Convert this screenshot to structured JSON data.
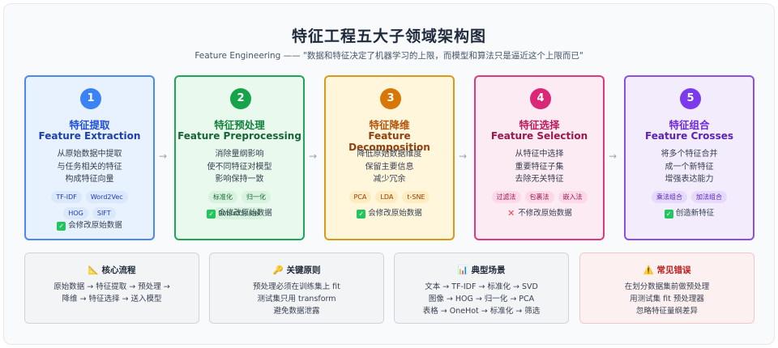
{
  "title": "特征工程五大子领域架构图",
  "subtitle": "Feature Engineering —— \"数据和特征决定了机器学习的上限，而模型和算法只是逼近这个上限而已\"",
  "arrow_glyph": "→",
  "cards": [
    {
      "num": "1",
      "cn": "特征提取",
      "en": "Feature Extraction",
      "desc": [
        "从原始数据中提取",
        "与任务相关的特征",
        "构成特征向量"
      ],
      "tags": [
        "TF-IDF",
        "Word2Vec",
        "HOG",
        "SIFT"
      ],
      "foot": "会修改原始数据",
      "foot_icon": "check-icon",
      "colors": {
        "accent": "#3b82f6",
        "bg": "#e8f1fe",
        "border": "#4a89f0",
        "cn": "#1d4ed8",
        "en": "#1e40af",
        "tag_bg": "#dbe7fb",
        "tag_fg": "#1e40af"
      }
    },
    {
      "num": "2",
      "cn": "特征预处理",
      "en": "Feature Preprocessing",
      "desc": [
        "消除量纲影响",
        "使不同特征对模型",
        "影响保持一致"
      ],
      "tags": [
        "标准化",
        "归一化",
        "RobustScaler"
      ],
      "foot": "会修改原始数据",
      "foot_icon": "check-icon",
      "colors": {
        "accent": "#16a34a",
        "bg": "#e9f9ee",
        "border": "#22a35a",
        "cn": "#15803d",
        "en": "#166534",
        "tag_bg": "#d7f3df",
        "tag_fg": "#166534"
      }
    },
    {
      "num": "3",
      "cn": "特征降维",
      "en": "Feature Decomposition",
      "desc": [
        "降低原始数据维度",
        "保留主要信息",
        "减少冗余"
      ],
      "tags": [
        "PCA",
        "LDA",
        "t-SNE"
      ],
      "foot": "会修改原始数据",
      "foot_icon": "check-icon",
      "colors": {
        "accent": "#d97706",
        "bg": "#fff6dc",
        "border": "#d99a1c",
        "cn": "#b45309",
        "en": "#92400e",
        "tag_bg": "#fdecc0",
        "tag_fg": "#92400e"
      }
    },
    {
      "num": "4",
      "cn": "特征选择",
      "en": "Feature Selection",
      "desc": [
        "从特征中选择",
        "重要特征子集",
        "去除无关特征"
      ],
      "tags": [
        "过滤法",
        "包裹法",
        "嵌入法"
      ],
      "foot": "不修改原始数据",
      "foot_icon": "cross-icon",
      "colors": {
        "accent": "#db2777",
        "bg": "#fdebf3",
        "border": "#db3a7f",
        "cn": "#be185d",
        "en": "#9d174d",
        "tag_bg": "#fbd9e8",
        "tag_fg": "#9d174d"
      }
    },
    {
      "num": "5",
      "cn": "特征组合",
      "en": "Feature Crosses",
      "desc": [
        "将多个特征合并",
        "成一个新特征",
        "增强表达能力"
      ],
      "tags": [
        "乘法组合",
        "加法组合"
      ],
      "foot": "创造新特征",
      "foot_icon": "check-icon",
      "colors": {
        "accent": "#7c3aed",
        "bg": "#f2ecfd",
        "border": "#8b4fe8",
        "cn": "#6d28d9",
        "en": "#5b21b6",
        "tag_bg": "#e5dafb",
        "tag_fg": "#5b21b6"
      }
    }
  ],
  "boxes": [
    {
      "icon": "📐",
      "icon_name": "triangle-ruler-icon",
      "title": "核心流程",
      "lines": [
        "原始数据 → 特征提取 → 预处理 →",
        "降维 → 特征选择 → 送入模型"
      ],
      "colors": {
        "bg": "#f3f4f6",
        "border": "#d1d5db"
      }
    },
    {
      "icon": "🔑",
      "icon_name": "key-icon",
      "title": "关键原则",
      "lines": [
        "预处理必须在训练集上 fit",
        "测试集只用 transform",
        "避免数据泄露"
      ],
      "colors": {
        "bg": "#f3f4f6",
        "border": "#d1d5db"
      }
    },
    {
      "icon": "📊",
      "icon_name": "bar-chart-icon",
      "title": "典型场景",
      "lines": [
        "文本 → TF-IDF → 标准化 → SVD",
        "图像 → HOG → 归一化 → PCA",
        "表格 → OneHot → 标准化 → 筛选"
      ],
      "colors": {
        "bg": "#f3f4f6",
        "border": "#d1d5db"
      }
    },
    {
      "icon": "⚠️",
      "icon_name": "warning-icon",
      "title": "常见错误",
      "lines": [
        "在划分数据集前做预处理",
        "用测试集 fit 预处理器",
        "忽略特征量纲差异"
      ],
      "colors": {
        "bg": "#fdf0f0",
        "border": "#f5c6c6",
        "title": "#b91c1c"
      }
    }
  ]
}
